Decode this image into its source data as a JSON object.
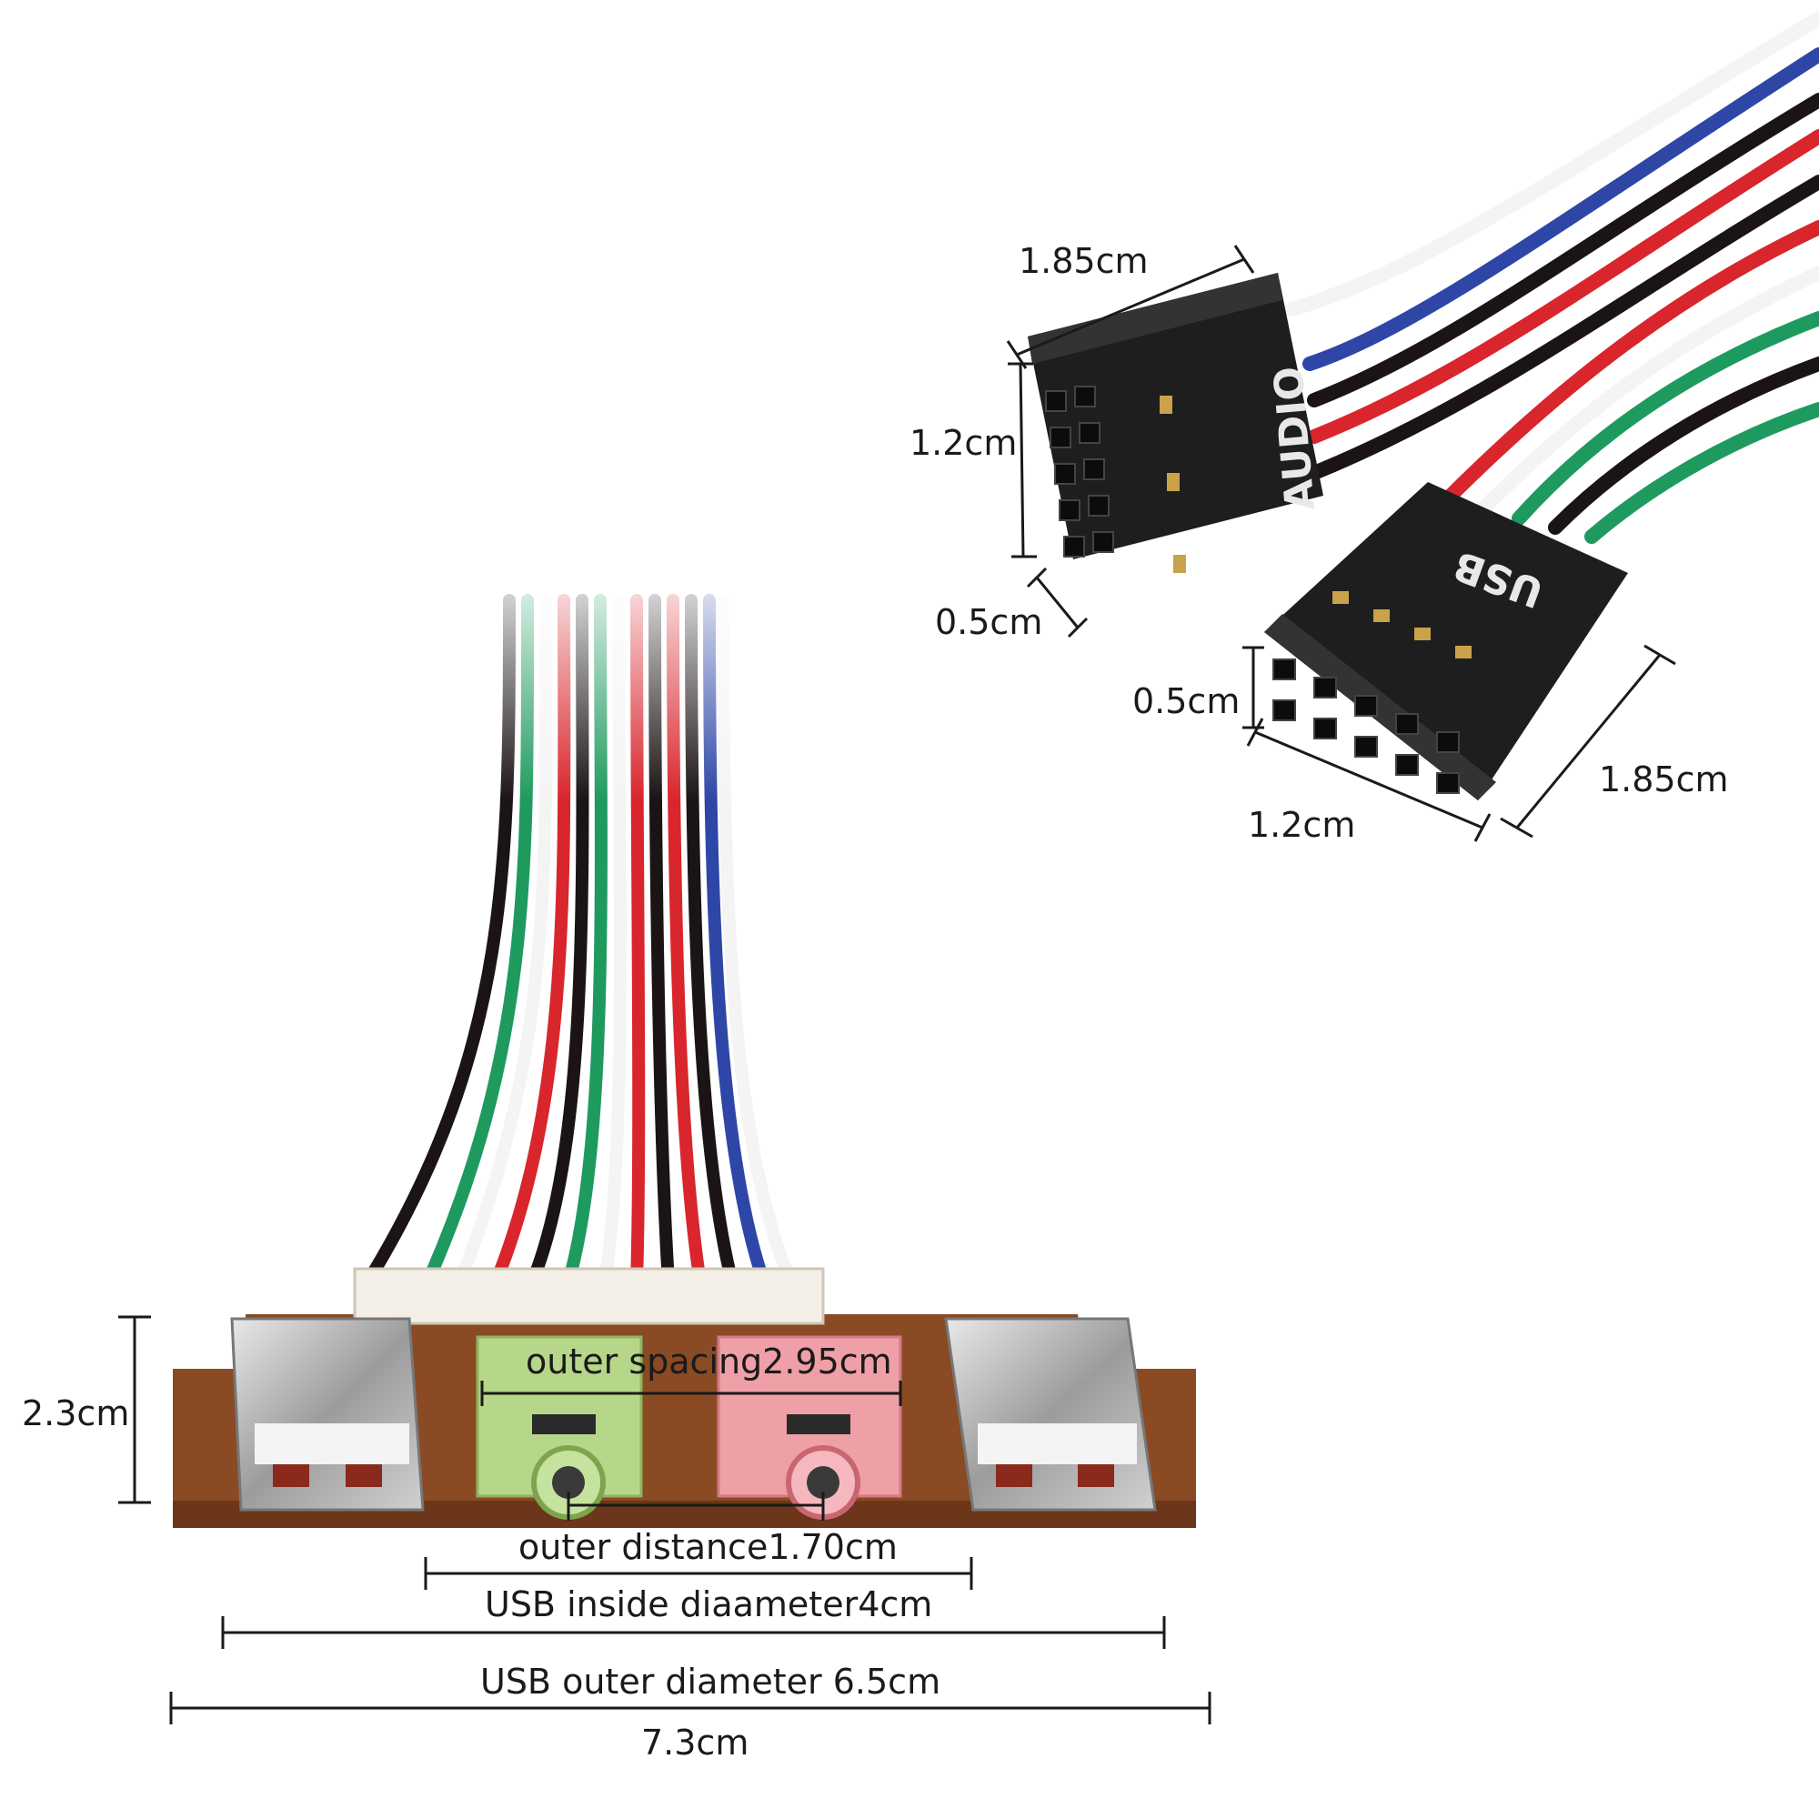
{
  "connectors": {
    "audio_label": "AUDIO",
    "usb_label": "USB"
  },
  "dimensions": {
    "audio_width": "1.85cm",
    "audio_height": "1.2cm",
    "audio_depth": "0.5cm",
    "usb_depth": "0.5cm",
    "usb_height": "1.2cm",
    "usb_width": "1.85cm",
    "panel_height": "2.3cm",
    "outer_spacing": "outer spacing2.95cm",
    "outer_distance": "outer distance1.70cm",
    "usb_inside": "USB inside diaameter4cm",
    "usb_outer": "USB outer diameter 6.5cm",
    "total_width": "7.3cm"
  },
  "colors": {
    "pcb": "#8a4a24",
    "wire_red": "#d8262c",
    "wire_green": "#1f9a5e",
    "wire_black": "#1b1414",
    "wire_white": "#f4f4f4",
    "wire_blue": "#2e46a6",
    "jack_green": "#b6d78a",
    "jack_pink": "#ef9fa6",
    "header_black": "#1e1e1e"
  }
}
